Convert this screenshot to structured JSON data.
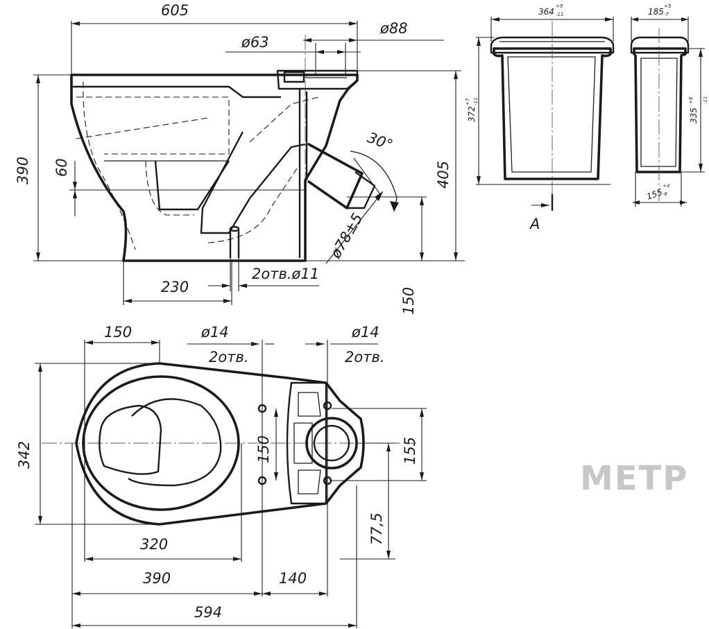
{
  "side_view": {
    "overall_length": "605",
    "height": "390",
    "outlet_height": "405",
    "inlet_height": "60",
    "floor_clearance": "150",
    "fixing_offset": "230",
    "fixing_holes": "2отв.ø11",
    "inlet_diameter": "ø63",
    "flush_diameter": "ø88",
    "outlet_diameter": "ø78±5",
    "outlet_angle": "30°"
  },
  "plan_view": {
    "width_342": "342",
    "rim_offset_150": "150",
    "hole_label_1": "ø14",
    "hole_count_1": "2отв.",
    "hole_label_2": "ø14",
    "hole_count_2": "2отв.",
    "holes_spacing_150": "150",
    "holes_spacing_155": "155",
    "offset_77_5": "77,5",
    "bowl_width_320": "320",
    "length_390": "390",
    "length_140": "140",
    "total_594": "594"
  },
  "cistern_front": {
    "width": "364",
    "width_tol_upper": "+9",
    "width_tol_lower": "-11",
    "height": "372",
    "height_tol_upper": "+7",
    "height_tol_lower": "-11",
    "section_label": "A"
  },
  "cistern_side": {
    "depth": "185",
    "depth_tol_upper": "+5",
    "depth_tol_lower": "-7",
    "height": "335",
    "height_tol_upper": "+8",
    "height_tol_lower": "-11",
    "base_depth": "155",
    "base_tol_upper": "+4",
    "base_tol_lower": "-6"
  },
  "logo": {
    "text": "МЕТР",
    "color": "#c7c7c7"
  }
}
